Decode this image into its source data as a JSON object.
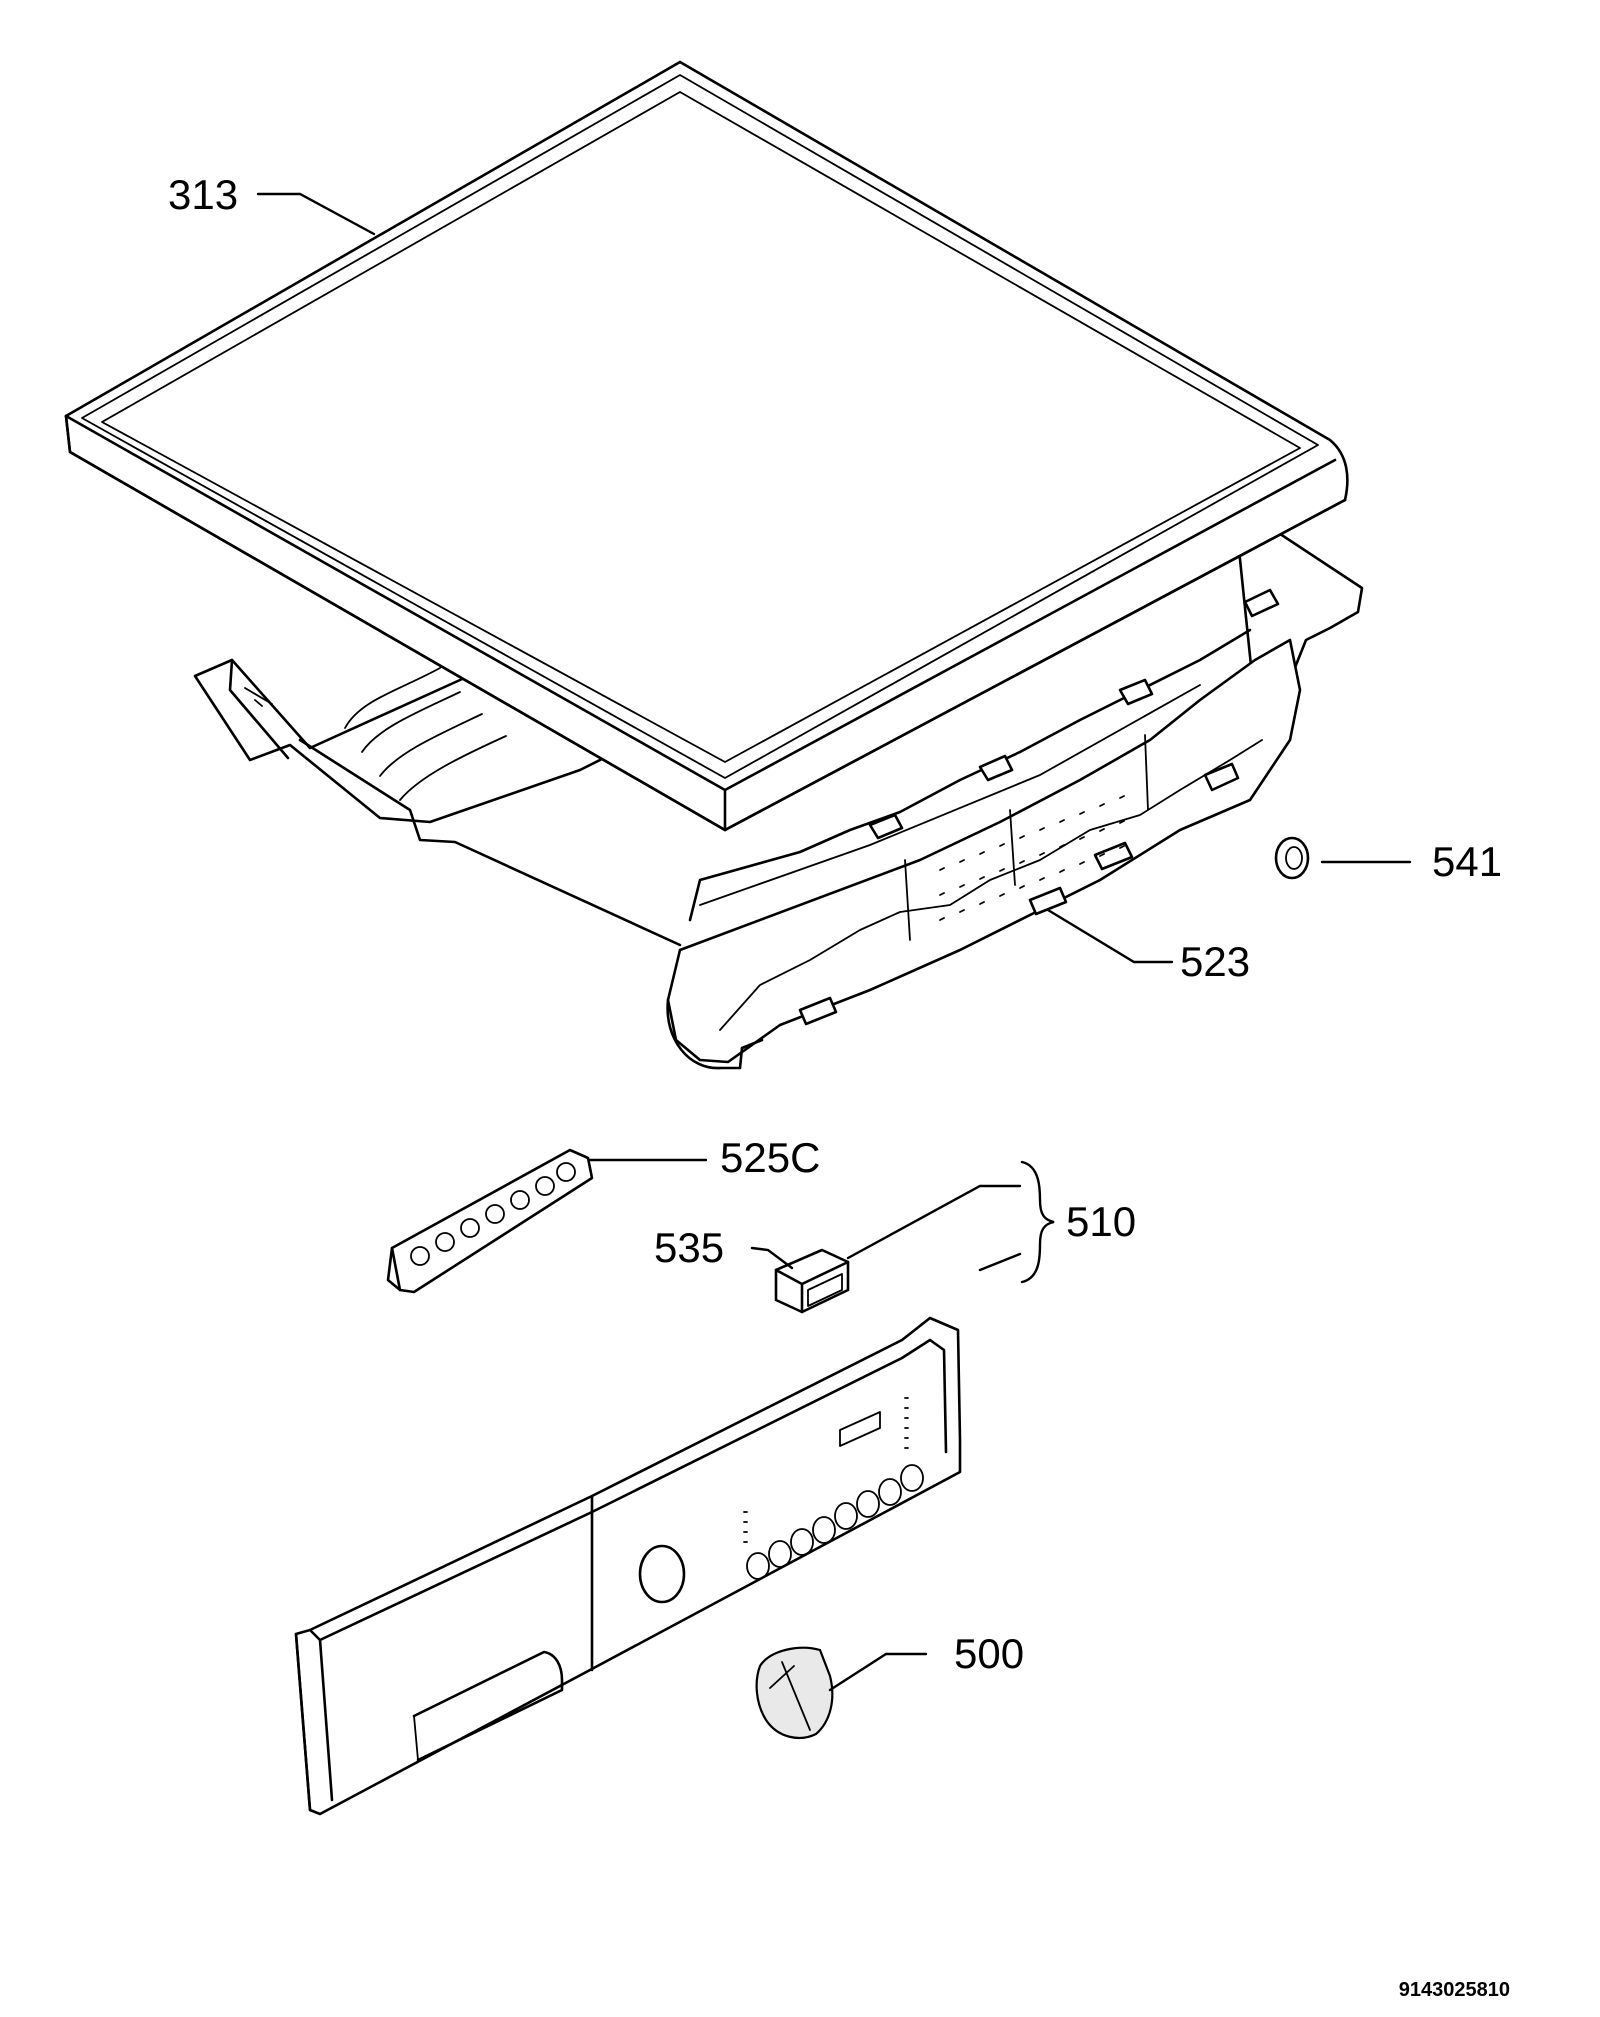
{
  "callouts": {
    "p313": "313",
    "p541": "541",
    "p523": "523",
    "p525c": "525C",
    "p535": "535",
    "p510": "510",
    "p500": "500"
  },
  "drawing_number": "9143025810",
  "parts": [
    {
      "id": "313",
      "icon": "top-cover-panel-icon"
    },
    {
      "id": "523",
      "icon": "top-frame-icon"
    },
    {
      "id": "541",
      "icon": "ring-icon"
    },
    {
      "id": "525C",
      "icon": "led-board-icon"
    },
    {
      "id": "535",
      "icon": "display-lens-icon"
    },
    {
      "id": "510",
      "icon": "bracket-icon"
    },
    {
      "id": "500",
      "icon": "knob-icon"
    }
  ]
}
